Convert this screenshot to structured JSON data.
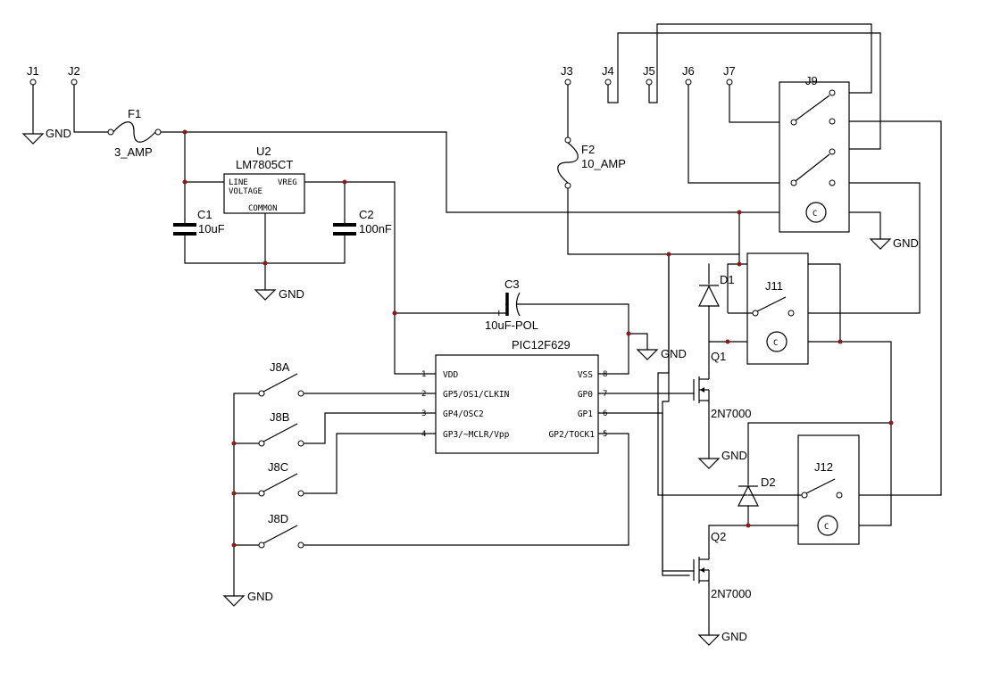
{
  "connectors": {
    "j1": "J1",
    "j2": "J2",
    "j3": "J3",
    "j4": "J4",
    "j5": "J5",
    "j6": "J6",
    "j7": "J7"
  },
  "fuses": {
    "f1": {
      "ref": "F1",
      "value": "3_AMP"
    },
    "f2": {
      "ref": "F2",
      "value": "10_AMP"
    }
  },
  "regulator": {
    "ref": "U2",
    "part": "LM7805CT",
    "pin_line": "LINE",
    "pin_voltage": "VOLTAGE",
    "pin_vreg": "VREG",
    "pin_common": "COMMON"
  },
  "capacitors": {
    "c1": {
      "ref": "C1",
      "value": "10uF"
    },
    "c2": {
      "ref": "C2",
      "value": "100nF"
    },
    "c3": {
      "ref": "C3",
      "value": "10uF-POL",
      "polarity": "+"
    }
  },
  "mcu": {
    "part": "PIC12F629",
    "left_pins": [
      {
        "num": "1",
        "name": "VDD"
      },
      {
        "num": "2",
        "name": "GP5/OS1/CLKIN"
      },
      {
        "num": "3",
        "name": "GP4/OSC2"
      },
      {
        "num": "4",
        "name": "GP3/~MCLR/Vpp"
      }
    ],
    "right_pins": [
      {
        "num": "8",
        "name": "VSS"
      },
      {
        "num": "7",
        "name": "GP0"
      },
      {
        "num": "6",
        "name": "GP1"
      },
      {
        "num": "5",
        "name": "GP2/TOCK1"
      }
    ]
  },
  "switches": {
    "j8a": "J8A",
    "j8b": "J8B",
    "j8c": "J8C",
    "j8d": "J8D"
  },
  "relays": {
    "j9": "J9",
    "j11": "J11",
    "j12": "J12",
    "coil_symbol": "C"
  },
  "diodes": {
    "d1": "D1",
    "d2": "D2"
  },
  "transistors": {
    "q1": {
      "ref": "Q1",
      "part": "2N7000"
    },
    "q2": {
      "ref": "Q2",
      "part": "2N7000"
    }
  },
  "ground_label": "GND",
  "colors": {
    "wire": "#000000",
    "junction": "#8b1a1a",
    "background": "#ffffff"
  }
}
